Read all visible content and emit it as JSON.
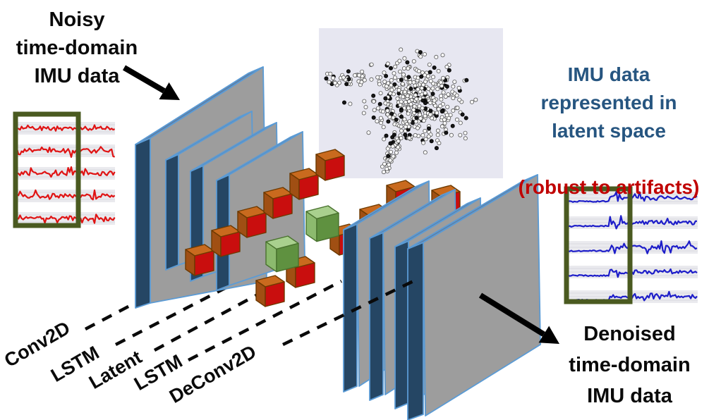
{
  "annotations": {
    "noisy_input": "Noisy\ntime-domain\nIMU data",
    "latent_main": "IMU data\nrepresented in\nlatent space",
    "latent_sub": "(robust to artifacts)",
    "denoised_output": "Denoised\ntime-domain\nIMU data"
  },
  "layers": [
    {
      "name": "Conv2D",
      "kind": "panel-stack",
      "panels": 4
    },
    {
      "name": "LSTM",
      "kind": "cube-chain",
      "cubes": 6,
      "color": "red"
    },
    {
      "name": "Latent",
      "kind": "cube-pair",
      "cubes": 2,
      "color": "green"
    },
    {
      "name": "LSTM",
      "kind": "cube-chain",
      "cubes": 6,
      "color": "red"
    },
    {
      "name": "DeConv2D",
      "kind": "panel-stack",
      "panels": 4
    }
  ],
  "signals": {
    "noisy": {
      "traces": 5,
      "color_name": "red"
    },
    "denoised": {
      "traces": 5,
      "color_name": "blue"
    }
  },
  "colors": {
    "panel_front": "#9D9D9D",
    "panel_side": "#254664",
    "panel_top": "#5D7FA6",
    "panel_stroke": "#5B9BD5",
    "cube_red_front": "#C90E0E",
    "cube_red_top": "#C96A1E",
    "cube_red_side": "#A04F13",
    "cube_red_stroke": "#6E3A00",
    "cube_green_front": "#5F9140",
    "cube_green_top": "#A9D08E",
    "cube_green_side": "#8CBA6E",
    "cube_green_stroke": "#49722E",
    "scatter_bg": "#E7E7F1",
    "signal_band": "#EAEAEE",
    "noisy_trace": "#E01313",
    "denoised_trace": "#1D1DC9",
    "box_green": "#4A5A20",
    "caption_blue": "#265580",
    "caption_red": "#C00000",
    "arrow_black": "#000000"
  }
}
